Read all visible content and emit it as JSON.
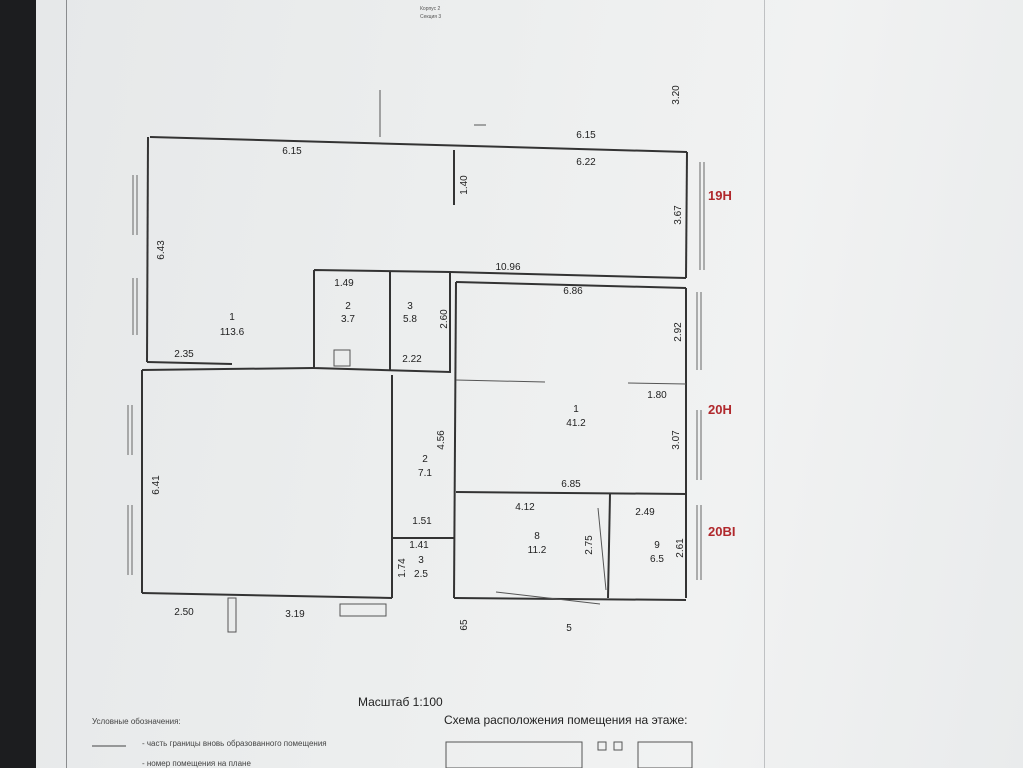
{
  "header": {
    "line1": "Корпус 2",
    "line2": "Секция 3"
  },
  "rooms": {
    "r1_left": {
      "num": "1",
      "area": "113.6"
    },
    "r2_small": {
      "num": "2",
      "area": "3.7"
    },
    "r3_small": {
      "num": "3",
      "area": "5.8"
    },
    "r1_right": {
      "num": "1",
      "area": "41.2"
    },
    "r2_corr": {
      "num": "2",
      "area": "7.1"
    },
    "r3_bath": {
      "num": "3",
      "area": "2.5"
    },
    "r8": {
      "num": "8",
      "area": "11.2"
    },
    "r9": {
      "num": "9",
      "area": "6.5"
    }
  },
  "dimensions": {
    "d_3_20": "3.20",
    "d_6_15_top": "6.15",
    "d_6_15_left": "6.15",
    "d_6_22": "6.22",
    "d_1_40": "1.40",
    "d_3_67": "3.67",
    "d_6_43": "6.43",
    "d_10_96": "10.96",
    "d_1_49": "1.49",
    "d_2_60": "2.60",
    "d_6_86": "6.86",
    "d_2_92": "2.92",
    "d_2_35": "2.35",
    "d_2_22": "2.22",
    "d_1_80": "1.80",
    "d_4_56": "4.56",
    "d_3_07": "3.07",
    "d_6_41": "6.41",
    "d_6_85": "6.85",
    "d_4_12": "4.12",
    "d_2_49": "2.49",
    "d_1_51": "1.51",
    "d_1_41": "1.41",
    "d_2_75": "2.75",
    "d_2_61": "2.61",
    "d_1_74": "1.74",
    "d_2_50": "2.50",
    "d_3_19": "3.19",
    "d_65": "65",
    "d_5": "5"
  },
  "markers": {
    "m19": "19Н",
    "m20": "20Н",
    "m20b": "20ВІ"
  },
  "footer": {
    "scale": "Масштаб 1:100",
    "legend_title": "Условные обозначения:",
    "legend_line1": "- часть границы вновь образованного помещения",
    "legend_line2": "- номер помещения на плане",
    "scheme_title": "Схема расположения помещения на этаже:"
  },
  "colors": {
    "ink": "#222222",
    "marker": "#b0282c",
    "paper": "#eceeee"
  }
}
